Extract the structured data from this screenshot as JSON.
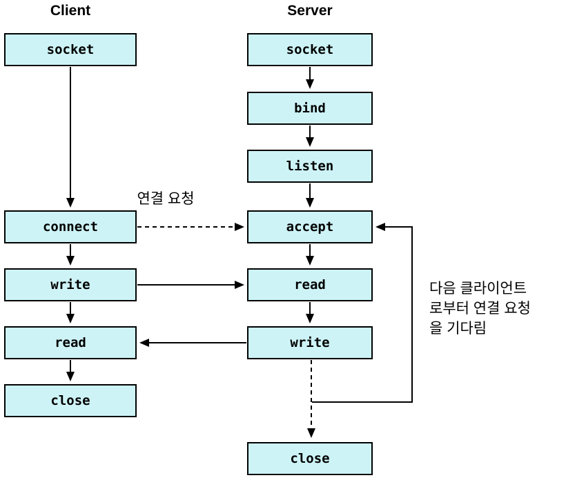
{
  "diagram": {
    "type": "flowchart",
    "subject": "TCP socket client-server call sequence"
  },
  "titles": {
    "client": "Client",
    "server": "Server"
  },
  "client_nodes": [
    {
      "id": "socket",
      "label": "socket"
    },
    {
      "id": "connect",
      "label": "connect"
    },
    {
      "id": "write",
      "label": "write"
    },
    {
      "id": "read",
      "label": "read"
    },
    {
      "id": "close",
      "label": "close"
    }
  ],
  "server_nodes": [
    {
      "id": "socket",
      "label": "socket"
    },
    {
      "id": "bind",
      "label": "bind"
    },
    {
      "id": "listen",
      "label": "listen"
    },
    {
      "id": "accept",
      "label": "accept"
    },
    {
      "id": "read",
      "label": "read"
    },
    {
      "id": "write",
      "label": "write"
    },
    {
      "id": "close",
      "label": "close"
    }
  ],
  "annotations": {
    "connection_request": "연결 요청",
    "wait_next_client": "다음 클라이언트\n로부터 연결 요청\n을 기다림"
  },
  "edges": [
    "client socket -> client connect (solid)",
    "client connect -> client write (solid)",
    "client write -> client read (solid)",
    "client read -> client close (solid)",
    "server socket -> server bind (solid)",
    "server bind -> server listen (solid)",
    "server listen -> server accept (solid)",
    "server accept -> server read (solid)",
    "server read -> server write (solid)",
    "client connect -> server accept (dashed, label: 연결 요청)",
    "client write -> server read (solid)",
    "server write -> client read (solid)",
    "server write -> server close (dashed)",
    "server write branch -> server accept (solid loop)"
  ],
  "colors": {
    "box_fill": "#cdf3f6",
    "box_border": "#000000",
    "line": "#000000",
    "background": "#ffffff"
  }
}
